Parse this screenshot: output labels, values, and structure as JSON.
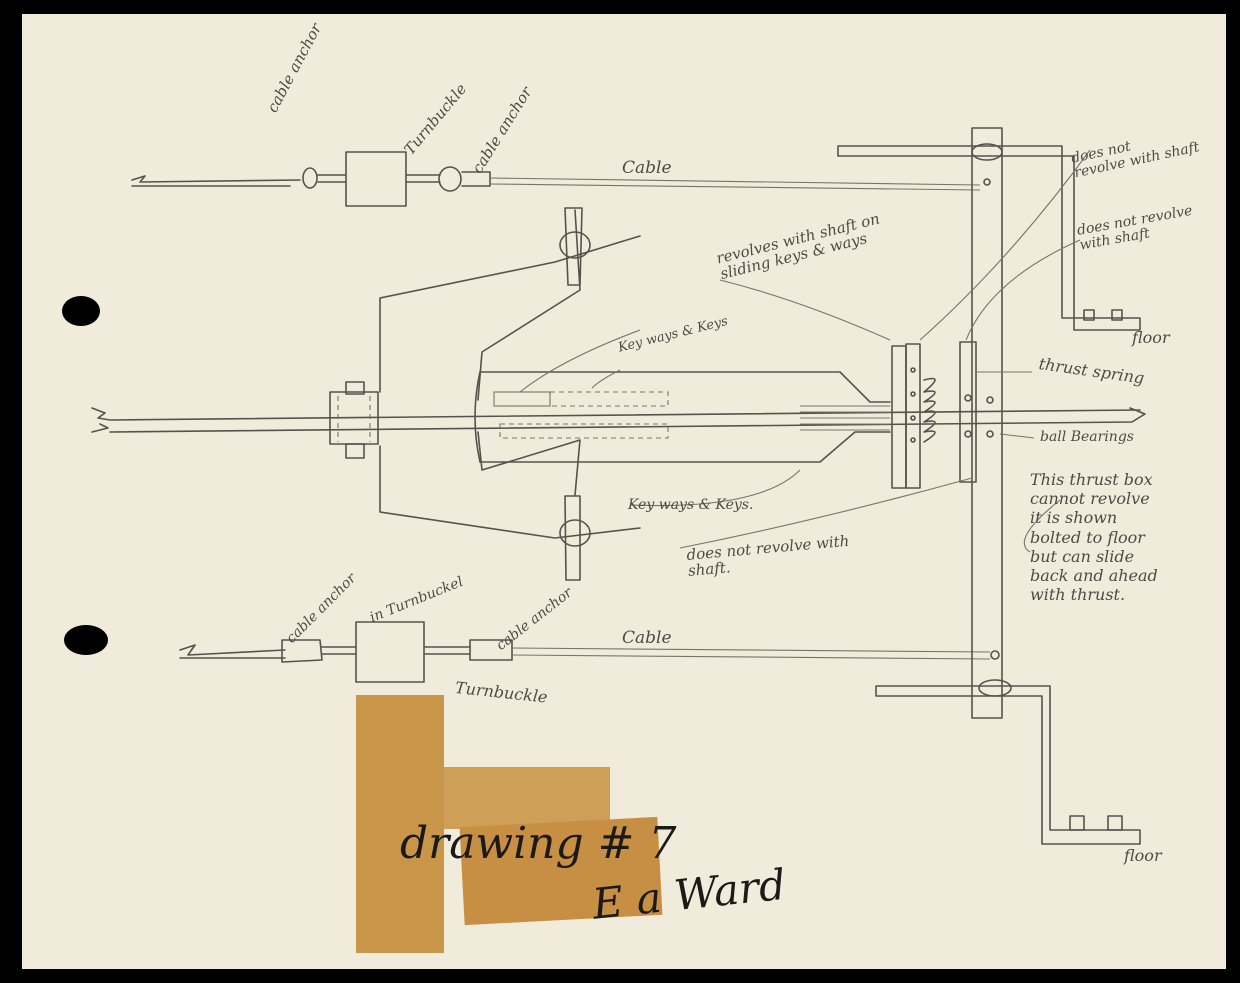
{
  "labels": {
    "cable_anchor_top_left": "cable anchor",
    "turnbuckle_top": "Turnbuckle",
    "cable_anchor_top_right": "cable anchor",
    "cable_top": "Cable",
    "revolves_with_shaft": "revolves with shaft on\nsliding keys & ways",
    "key_ways_keys_top": "Key ways & Keys",
    "key_ways_keys_bottom": "Key ways & Keys.",
    "does_not_revolve_1": "does not\nrevolve with shaft",
    "does_not_revolve_2": "does not revolve\nwith shaft",
    "floor_top": "floor",
    "thrust_spring": "thrust spring",
    "ball_bearings": "ball Bearings",
    "thrust_box_note": "This thrust box\ncannot revolve\nit is shown\nbolted to floor\nbut can slide\nback and ahead\nwith thrust.",
    "does_not_revolve_3": "does not revolve with\nshaft.",
    "cable_anchor_bottom_left": "cable anchor",
    "in_turnbuckel": "in Turnbuckel",
    "cable_anchor_bottom_right": "cable anchor",
    "cable_bottom": "Cable",
    "turnbuckle_bottom": "Turnbuckle",
    "floor_bottom": "floor"
  },
  "caption": {
    "title": "drawing # 7",
    "author": "E a Ward"
  },
  "colors": {
    "paper": "#f1ebdc",
    "pencil": "#55534e",
    "tape": "#c9964a",
    "ink": "#1c1a17",
    "background": "#000000"
  }
}
